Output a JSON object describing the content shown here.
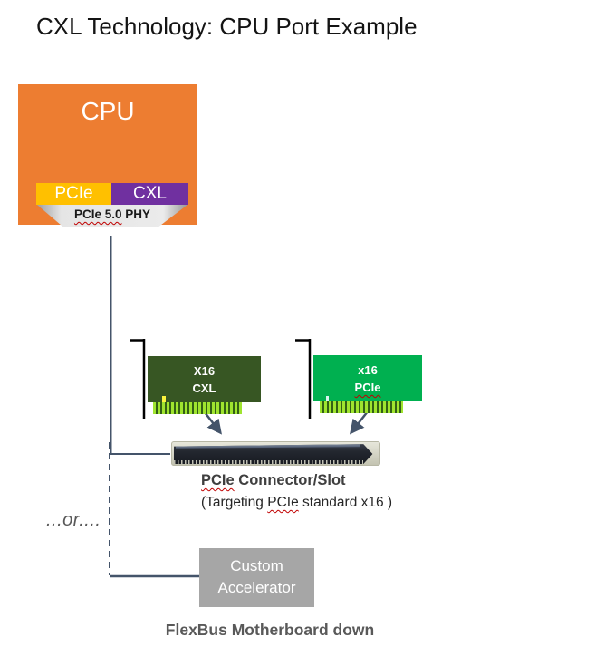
{
  "title": "CXL Technology: CPU Port Example",
  "cpu": {
    "label": "CPU",
    "pcie_port": "PCIe",
    "cxl_port": "CXL",
    "phy_word": "PCIe 5.0",
    "phy_rest": " PHY"
  },
  "cards": {
    "cxl": {
      "line1": "X16",
      "line2": "CXL"
    },
    "pcie": {
      "line1": "x16",
      "line2": "PCIe"
    }
  },
  "slot": {
    "title_word": "PCIe",
    "title_rest": " Connector/Slot",
    "subtitle_prefix": "(Targeting ",
    "subtitle_word": "PCIe",
    "subtitle_rest": " standard x16 )"
  },
  "or_label": "...or....",
  "accelerator": {
    "line1": "Custom",
    "line2": "Accelerator"
  },
  "footer": "FlexBus Motherboard down",
  "colors": {
    "cpu_orange": "#ED7D31",
    "pcie_yellow": "#FFC000",
    "cxl_purple": "#7030A0",
    "phy_gray": "#E5E5E5",
    "cxl_card_green": "#375623",
    "pcie_card_green": "#00B050",
    "finger_green": "#9FE42F",
    "line_slate": "#44546A",
    "bracket_black": "#000000",
    "accelerator_gray": "#A6A6A6",
    "squiggle_red": "#C00000",
    "slot_frame": "#D4D4C5",
    "slot_dark": "#23272F"
  }
}
